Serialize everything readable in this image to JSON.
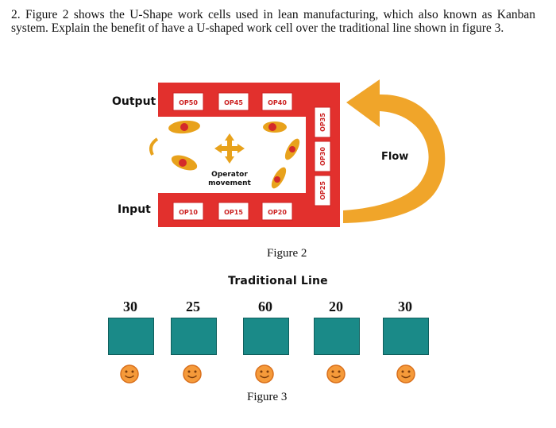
{
  "question": {
    "number": "2.",
    "text": "Figure 2 shows the U-Shape work cells used in lean manufacturing, which also known as Kanban system. Explain the benefit of have a U-shaped work cell over the traditional line shown in figure 3."
  },
  "figure2": {
    "labels": {
      "output": "Output",
      "input": "Input",
      "flow": "Flow",
      "operator_line1": "Operator",
      "operator_line2": "movement"
    },
    "top_ops": [
      "OP50",
      "OP45",
      "OP40"
    ],
    "side_ops": [
      "OP35",
      "OP30",
      "OP25"
    ],
    "bottom_ops": [
      "OP10",
      "OP15",
      "OP20"
    ],
    "caption": "Figure 2",
    "colors": {
      "cell": "#e2302d",
      "arrow": "#f0a52a",
      "operator": "#e8a21c",
      "dot": "#d42a2a"
    }
  },
  "figure3": {
    "title": "Traditional Line",
    "stations": [
      {
        "value": "30"
      },
      {
        "value": "25"
      },
      {
        "value": "60"
      },
      {
        "value": "20"
      },
      {
        "value": "30"
      }
    ],
    "caption": "Figure 3",
    "colors": {
      "station": "#1a8a88",
      "face": "#f59a3a"
    }
  }
}
